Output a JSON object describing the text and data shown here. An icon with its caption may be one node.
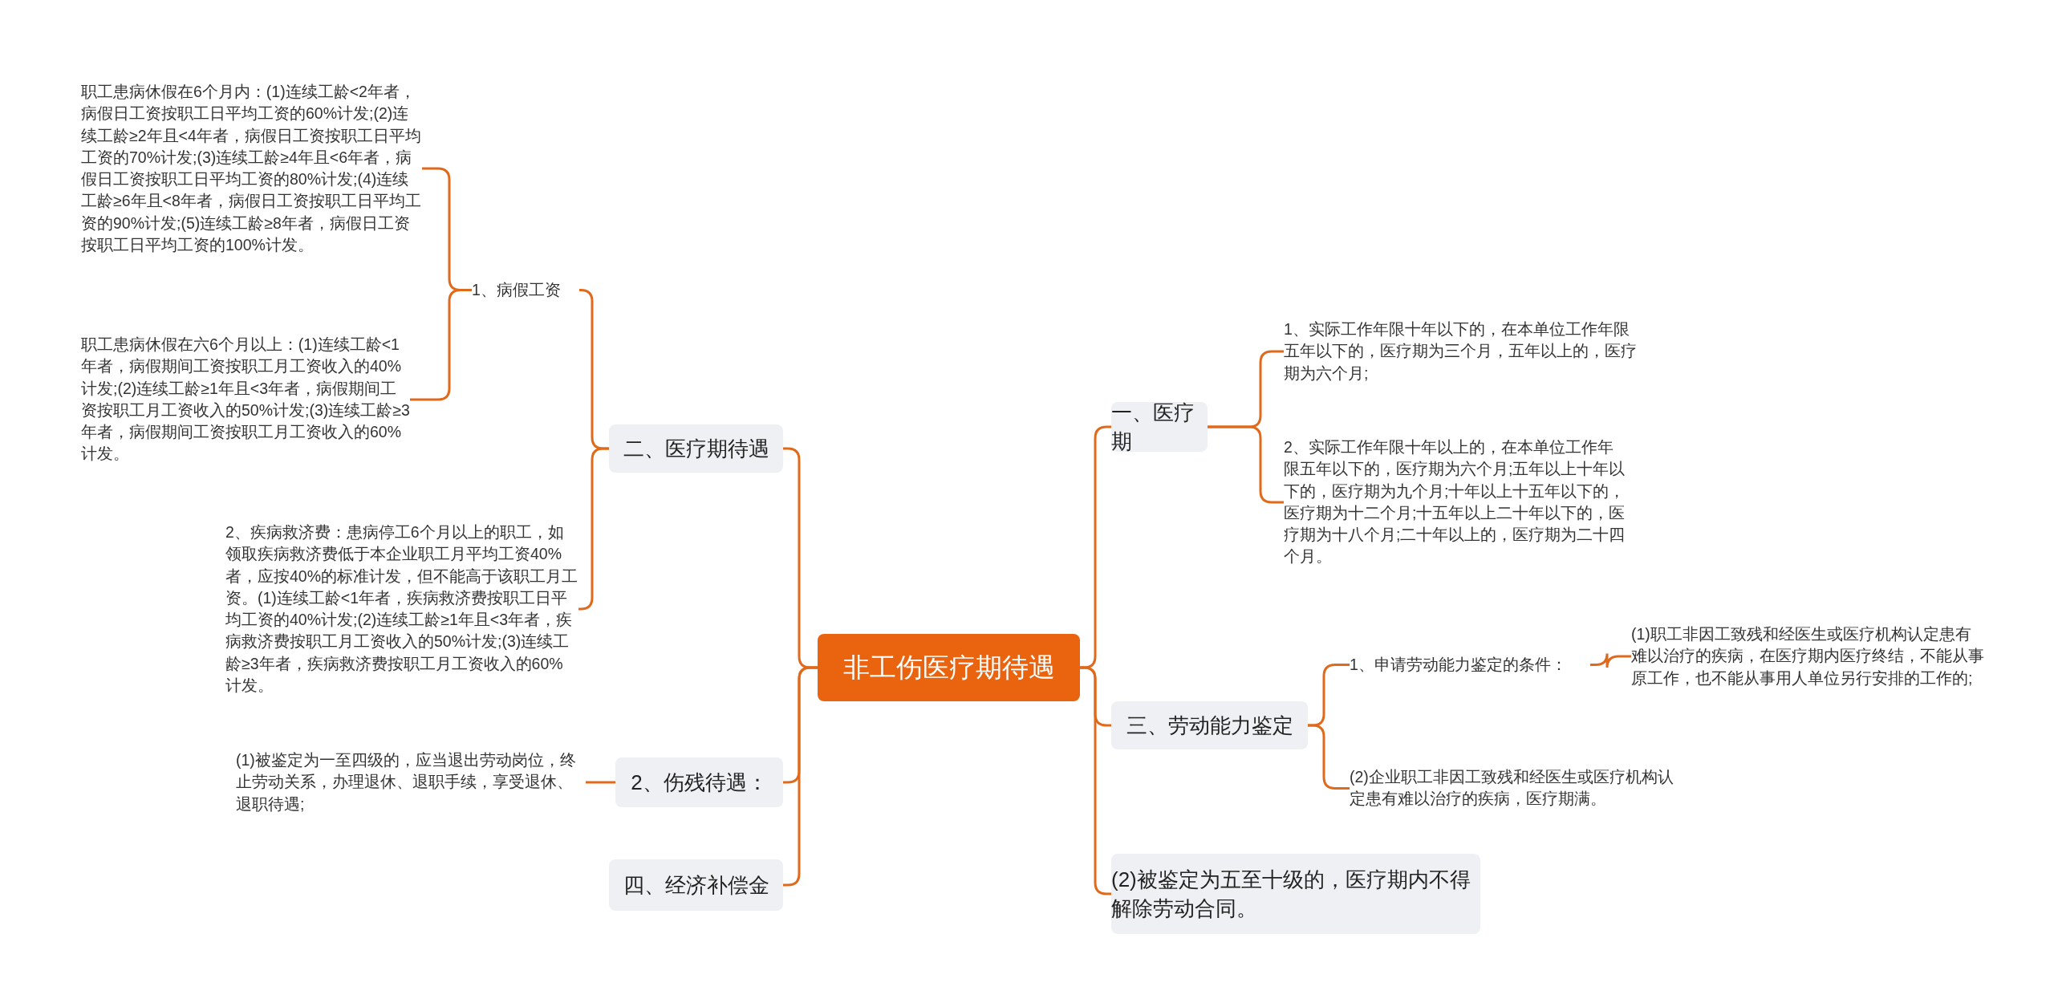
{
  "diagram": {
    "nodes": [
      {
        "text": [
          "非工伤医疗期待遇"
        ]
      },
      {
        "text": [
          "二、医疗期待遇"
        ]
      },
      {
        "text": [
          "1、病假工资"
        ]
      },
      {
        "text": [
          "职工患病休假在6个月内：(1)连续工龄<2年者，病假日工资按职工日平均工资的60%计发;(2)连续工龄≥2年且<4年者，病假日工资按职工日平均工资的70%计发;(3)连续工龄≥4年且<6年者，病假日工资按职工日平均工资的80%计发;(4)连续工龄≥6年且<8年者，病假日工资按职工日平均工资的90%计发;(5)连续工龄≥8年者，病假日工资按职工日平均工资的100%计发。"
        ]
      },
      {
        "text": [
          "职工患病休假在六6个月以上：(1)连续工龄<1年者，病假期间工资按职工月工资收入的40%计发;(2)连续工龄≥1年且<3年者，病假期间工资按职工月工资收入的50%计发;(3)连续工龄≥3年者，病假期间工资按职工月工资收入的60%计发。"
        ]
      },
      {
        "text": [
          "2、疾病救济费：患病停工6个月以上的职工，如领取疾病救济费低于本企业职工月平均工资40%者，应按40%的标准计发，但不能高于该职工月工资。(1)连续工龄<1年者，疾病救济费按职工日平均工资的40%计发;(2)连续工龄≥1年且<3年者，疾病救济费按职工月工资收入的50%计发;(3)连续工龄≥3年者，疾病救济费按职工月工资收入的60%计发。"
        ]
      },
      {
        "text": [
          "2、伤残待遇："
        ]
      },
      {
        "text": [
          "(1)被鉴定为一至四级的，应当退出劳动岗位，终止劳动关系，办理退休、退职手续，享受退休、退职待遇;"
        ]
      },
      {
        "text": [
          "四、经济补偿金"
        ]
      },
      {
        "text": [
          "一、医疗期"
        ]
      },
      {
        "text": [
          "1、实际工作年限十年以下的，在本单位工作年限五年以下的，医疗期为三个月，五年以上的，医疗期为六个月;"
        ]
      },
      {
        "text": [
          "2、实际工作年限十年以上的，在本单位工作年限五年以下的，医疗期为六个月;五年以上十年以下的，医疗期为九个月;十年以上十五年以下的，医疗期为十二个月;十五年以上二十年以下的，医疗期为十八个月;二十年以上的，医疗期为二十四个月。"
        ]
      },
      {
        "text": [
          "三、劳动能力鉴定"
        ]
      },
      {
        "text": [
          "1、申请劳动能力鉴定的条件："
        ]
      },
      {
        "text": [
          "(1)职工非因工致残和经医生或医疗机构认定患有难以治疗的疾病，在医疗期内医疗终结，不能从事原工作，也不能从事用人单位另行安排的工作的;"
        ]
      },
      {
        "text": [
          "(2)企业职工非因工致残和经医生或医疗机构认定患有难以治疗的疾病，医疗期满。"
        ]
      },
      {
        "text": [
          "(2)被鉴定为五至十级的，医疗期内不得解除劳动合同。"
        ]
      }
    ],
    "edges": [
      {
        "from": 0,
        "to": 1,
        "arrow": "none"
      },
      {
        "from": 0,
        "to": 6,
        "arrow": "none"
      },
      {
        "from": 0,
        "to": 8,
        "arrow": "none"
      },
      {
        "from": 0,
        "to": 9,
        "arrow": "none"
      },
      {
        "from": 0,
        "to": 12,
        "arrow": "none"
      },
      {
        "from": 0,
        "to": 16,
        "arrow": "none"
      },
      {
        "from": 1,
        "to": 2,
        "arrow": "none"
      },
      {
        "from": 1,
        "to": 5,
        "arrow": "none"
      },
      {
        "from": 2,
        "to": 3,
        "arrow": "none"
      },
      {
        "from": 2,
        "to": 4,
        "arrow": "none"
      },
      {
        "from": 6,
        "to": 7,
        "arrow": "none"
      },
      {
        "from": 9,
        "to": 10,
        "arrow": "none"
      },
      {
        "from": 9,
        "to": 11,
        "arrow": "none"
      },
      {
        "from": 12,
        "to": 13,
        "arrow": "none"
      },
      {
        "from": 12,
        "to": 15,
        "arrow": "none"
      },
      {
        "from": 13,
        "to": 14,
        "arrow": "none"
      }
    ]
  }
}
